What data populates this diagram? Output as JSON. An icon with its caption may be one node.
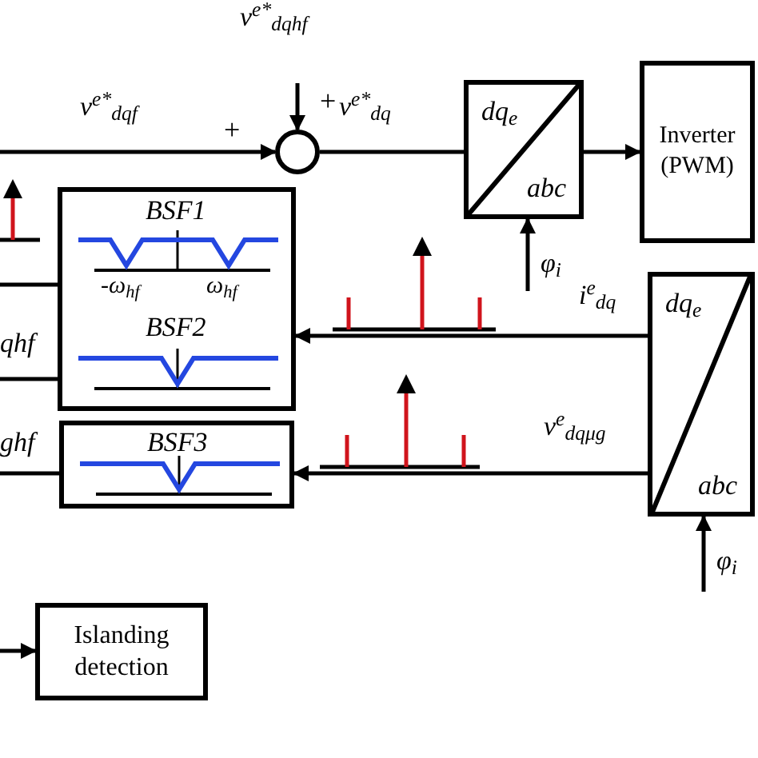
{
  "diagram": {
    "nodes": [
      {
        "text": [],
        "shape": "circle"
      },
      {
        "text": [
          "dq$_{e}$",
          "abc"
        ]
      },
      {
        "text": [
          "Inverter (PWM)"
        ]
      },
      {
        "text": [
          "BSF1",
          "-ω$_{hf}$",
          "ω$_{hf}$",
          "BSF2"
        ]
      },
      {
        "text": [
          "BSF3"
        ]
      },
      {
        "text": [
          "dq$_{e}$",
          "abc"
        ]
      },
      {
        "text": [
          "Islanding detection"
        ]
      }
    ],
    "edges": [
      {
        "from": null,
        "to": 0,
        "arrow": "to",
        "label": "v$^{e*}$$_{dqf}$"
      },
      {
        "from": null,
        "to": 0,
        "arrow": "to",
        "label": "v$^{e*}$$_{dqhf}$"
      },
      {
        "from": 0,
        "to": 1,
        "arrow": "none",
        "label": "v$^{e*}$$_{dq}$"
      },
      {
        "from": 1,
        "to": 2,
        "arrow": "to"
      },
      {
        "from": null,
        "to": 1,
        "arrow": "to",
        "label": "φ$_{i}$"
      },
      {
        "from": 5,
        "to": 3,
        "arrow": "to",
        "label": "i$^{e}$$_{dq}$"
      },
      {
        "from": 5,
        "to": 4,
        "arrow": "to",
        "label": "v$^{e}$$_{dqμg}$"
      },
      {
        "from": null,
        "to": 5,
        "arrow": "to",
        "label": "φ$_{i}$"
      },
      {
        "from": 3,
        "to": null,
        "arrow": "none"
      },
      {
        "from": 3,
        "to": null,
        "arrow": "none",
        "label": "qhf"
      },
      {
        "from": 4,
        "to": null,
        "arrow": "none",
        "label": "ghf"
      },
      {
        "from": null,
        "to": 6,
        "arrow": "to"
      }
    ],
    "labels": [
      "+",
      "+"
    ]
  }
}
